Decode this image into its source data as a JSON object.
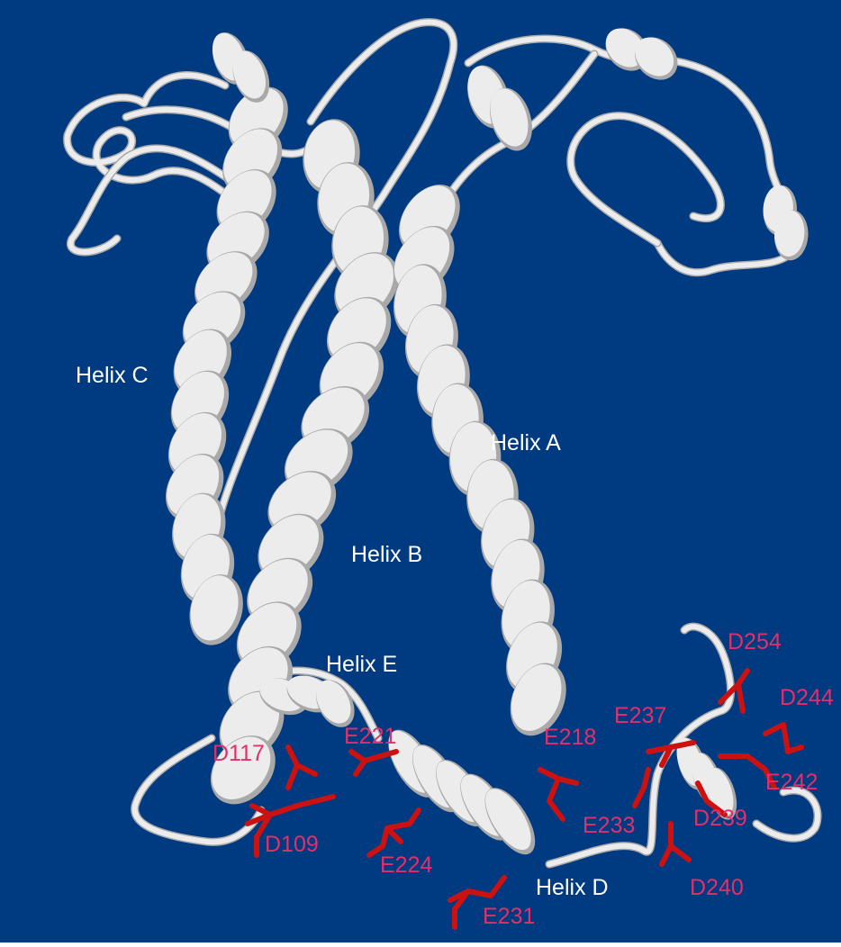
{
  "colors": {
    "background": "#003a80",
    "ribbon": "#ececec",
    "ribbon_shade": "#a9a9a9",
    "residue": "#cc1111",
    "residue_text": "#e0306b",
    "helix_text": "#ffffff"
  },
  "helix_labels": [
    {
      "id": "C",
      "text": "Helix C"
    },
    {
      "id": "A",
      "text": "Helix A"
    },
    {
      "id": "B",
      "text": "Helix B"
    },
    {
      "id": "E",
      "text": "Helix E"
    },
    {
      "id": "D",
      "text": "Helix D"
    }
  ],
  "residue_labels": [
    {
      "id": "D117",
      "text": "D117"
    },
    {
      "id": "E221",
      "text": "E221"
    },
    {
      "id": "E218",
      "text": "E218"
    },
    {
      "id": "D109",
      "text": "D109"
    },
    {
      "id": "E224",
      "text": "E224"
    },
    {
      "id": "E231",
      "text": "E231"
    },
    {
      "id": "E237",
      "text": "E237"
    },
    {
      "id": "D254",
      "text": "D254"
    },
    {
      "id": "D244",
      "text": "D244"
    },
    {
      "id": "E242",
      "text": "E242"
    },
    {
      "id": "D239",
      "text": "D239"
    },
    {
      "id": "E233",
      "text": "E233"
    },
    {
      "id": "D240",
      "text": "D240"
    }
  ]
}
